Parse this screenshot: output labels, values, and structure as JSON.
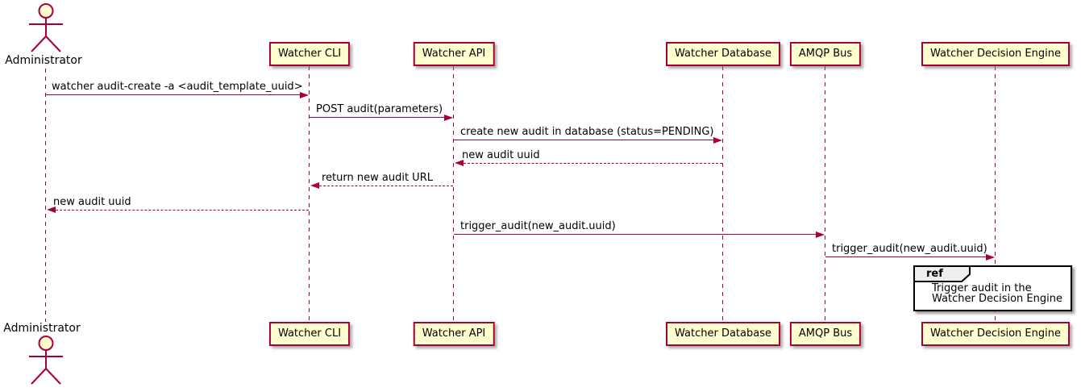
{
  "diagram_type": "uml-sequence-diagram",
  "colors": {
    "accent": "#A80036",
    "participant_fill": "#FEFECE",
    "ref_tab_fill": "#EEEEEE",
    "ref_border": "#000000",
    "background": "#FFFFFF",
    "text": "#000000"
  },
  "participants": [
    {
      "label": "Administrator",
      "type": "actor"
    },
    {
      "label": "Watcher CLI",
      "type": "participant"
    },
    {
      "label": "Watcher API",
      "type": "participant"
    },
    {
      "label": "Watcher Database",
      "type": "participant"
    },
    {
      "label": "AMQP Bus",
      "type": "participant"
    },
    {
      "label": "Watcher Decision Engine",
      "type": "participant"
    }
  ],
  "messages": [
    {
      "from": "Administrator",
      "to": "Watcher CLI",
      "label": "watcher audit-create -a <audit_template_uuid>",
      "line": "solid",
      "direction": "right"
    },
    {
      "from": "Watcher CLI",
      "to": "Watcher API",
      "label": "POST audit(parameters)",
      "line": "solid",
      "direction": "right"
    },
    {
      "from": "Watcher API",
      "to": "Watcher Database",
      "label": "create new audit in database (status=PENDING)",
      "line": "solid",
      "direction": "right"
    },
    {
      "from": "Watcher Database",
      "to": "Watcher API",
      "label": "new audit uuid",
      "line": "dashed",
      "direction": "left"
    },
    {
      "from": "Watcher API",
      "to": "Watcher CLI",
      "label": "return new audit URL",
      "line": "dashed",
      "direction": "left"
    },
    {
      "from": "Watcher CLI",
      "to": "Administrator",
      "label": "new audit uuid",
      "line": "dashed",
      "direction": "left"
    },
    {
      "from": "Watcher API",
      "to": "AMQP Bus",
      "label": "trigger_audit(new_audit.uuid)",
      "line": "solid",
      "direction": "right"
    },
    {
      "from": "AMQP Bus",
      "to": "Watcher Decision Engine",
      "label": "trigger_audit(new_audit.uuid)",
      "line": "solid",
      "direction": "right"
    }
  ],
  "ref_fragment": {
    "keyword": "ref",
    "over": "Watcher Decision Engine",
    "lines": [
      "Trigger audit in the",
      "Watcher Decision Engine"
    ]
  }
}
